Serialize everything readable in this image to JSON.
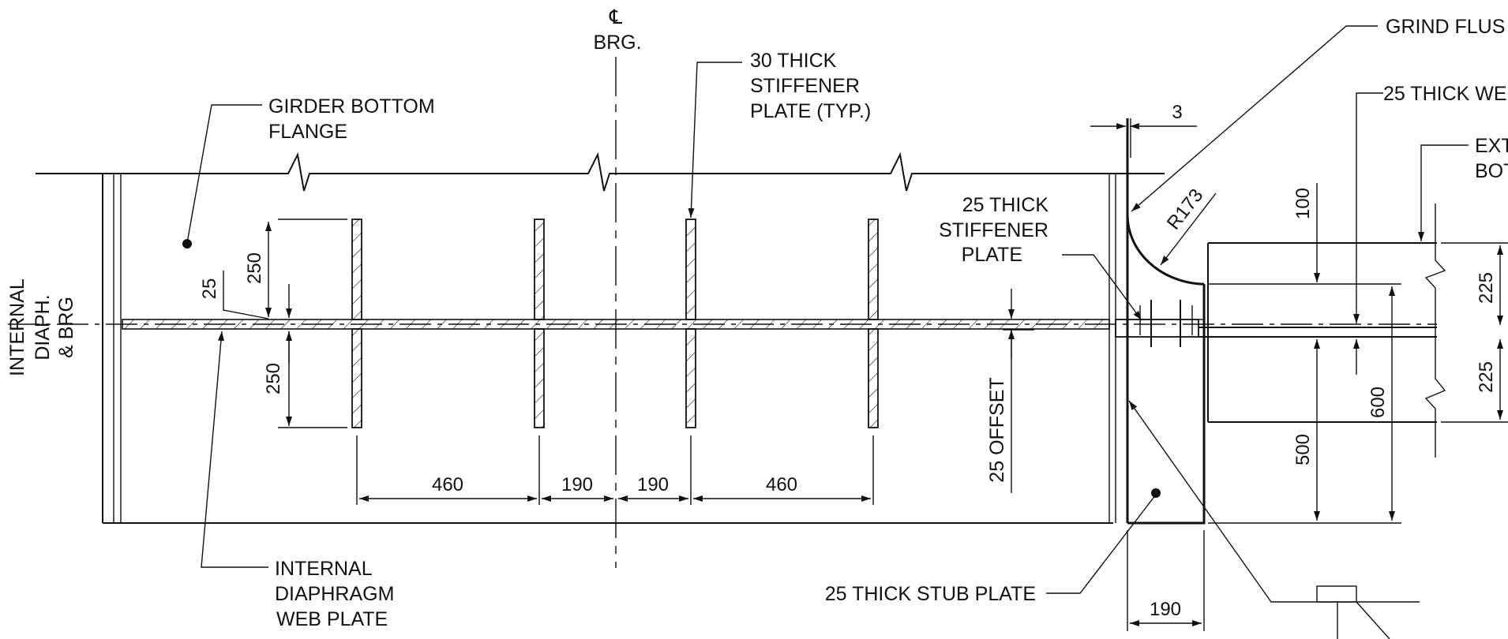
{
  "drawing": {
    "labels": {
      "cl_symbol": "℄",
      "cl_brg": "BRG.",
      "stiffener_30_line1": "30 THICK",
      "stiffener_30_line2": "STIFFENER",
      "stiffener_30_line3": "PLATE (TYP.)",
      "girder_line1": "GIRDER BOTTOM",
      "girder_line2": "FLANGE",
      "grind_flush": "GRIND FLUS",
      "web_25": "25 THICK WE",
      "ext_line1": "EXT",
      "ext_line2": "BOT",
      "stiffener_25_line1": "25 THICK",
      "stiffener_25_line2": "STIFFENER",
      "stiffener_25_line3": "PLATE",
      "internal_line1": "INTERNAL",
      "internal_line2": "DIAPH.",
      "internal_line3": "& BRG",
      "diaphragm_line1": "INTERNAL",
      "diaphragm_line2": "DIAPHRAGM",
      "diaphragm_line3": "WEB PLATE",
      "stub_plate": "25 THICK STUB PLATE",
      "offset": "25 OFFSET"
    },
    "dims": {
      "d3": "3",
      "r173": "R173",
      "d100": "100",
      "d250_top": "250",
      "d25": "25",
      "d250_bottom": "250",
      "d460_left": "460",
      "d190_left": "190",
      "d190_right": "190",
      "d460_right": "460",
      "d225_top": "225",
      "d225_bottom": "225",
      "d600": "600",
      "d500": "500",
      "d190_stub": "190"
    }
  }
}
